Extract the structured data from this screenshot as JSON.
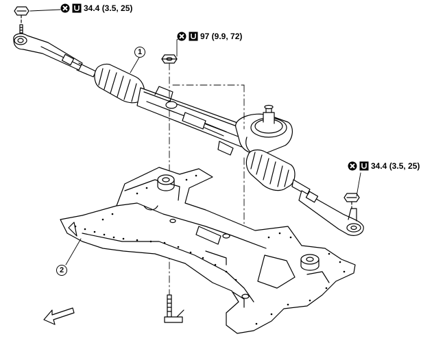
{
  "torque_specs": [
    {
      "id": "tie-rod-nut-left",
      "value": "34.4 (3.5, 25)",
      "icons": [
        "do-not-reuse-icon",
        "torque-wrench-icon"
      ]
    },
    {
      "id": "rack-mount-nut",
      "value": "97 (9.9, 72)",
      "icons": [
        "do-not-reuse-icon",
        "torque-wrench-icon"
      ]
    },
    {
      "id": "tie-rod-nut-right",
      "value": "34.4 (3.5, 25)",
      "icons": [
        "do-not-reuse-icon",
        "torque-wrench-icon"
      ]
    }
  ],
  "callouts": [
    {
      "id": "steering-gear",
      "label": "1"
    },
    {
      "id": "front-suspension-member",
      "label": "2"
    }
  ],
  "front_arrow_icon": "vehicle-front-arrow-icon",
  "colors": {
    "line": "#000000",
    "background": "#ffffff"
  }
}
